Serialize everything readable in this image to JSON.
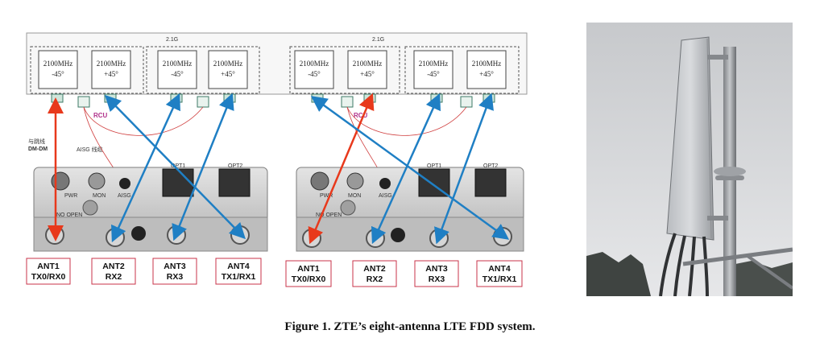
{
  "antenna_panel": {
    "group_labels": [
      "2.1G",
      "2.1G"
    ],
    "ports": [
      {
        "band": "2100MHz",
        "pol": "-45°"
      },
      {
        "band": "2100MHz",
        "pol": "+45°"
      },
      {
        "band": "2100MHz",
        "pol": "-45°"
      },
      {
        "band": "2100MHz",
        "pol": "+45°"
      },
      {
        "band": "2100MHz",
        "pol": "-45°"
      },
      {
        "band": "2100MHz",
        "pol": "+45°"
      },
      {
        "band": "2100MHz",
        "pol": "-45°"
      },
      {
        "band": "2100MHz",
        "pol": "+45°"
      }
    ]
  },
  "annotations": {
    "rcu": "RCU",
    "aisg_cable": "AISG 线缆",
    "jumper": "与跳线",
    "jumper_type": "DM-DM",
    "pwr": "PWR",
    "mon": "MON",
    "aisg": "AISG",
    "opt1": "OPT1",
    "opt2": "OPT2",
    "no_open": "NO OPEN"
  },
  "rru_left": {
    "antennas": [
      {
        "name": "ANT1",
        "role": "TX0/RX0"
      },
      {
        "name": "ANT2",
        "role": "RX2"
      },
      {
        "name": "ANT3",
        "role": "RX3"
      },
      {
        "name": "ANT4",
        "role": "TX1/RX1"
      }
    ]
  },
  "rru_right": {
    "antennas": [
      {
        "name": "ANT1",
        "role": "TX0/RX0"
      },
      {
        "name": "ANT2",
        "role": "RX2"
      },
      {
        "name": "ANT3",
        "role": "RX3"
      },
      {
        "name": "ANT4",
        "role": "TX1/RX1"
      }
    ]
  },
  "caption": "Figure 1. ZTE’s eight-antenna LTE FDD system.",
  "colors": {
    "tx_line": "#e8391c",
    "rx_line": "#1f7fc4",
    "rcu_curve": "#d04040",
    "label_border": "#c8334a"
  }
}
